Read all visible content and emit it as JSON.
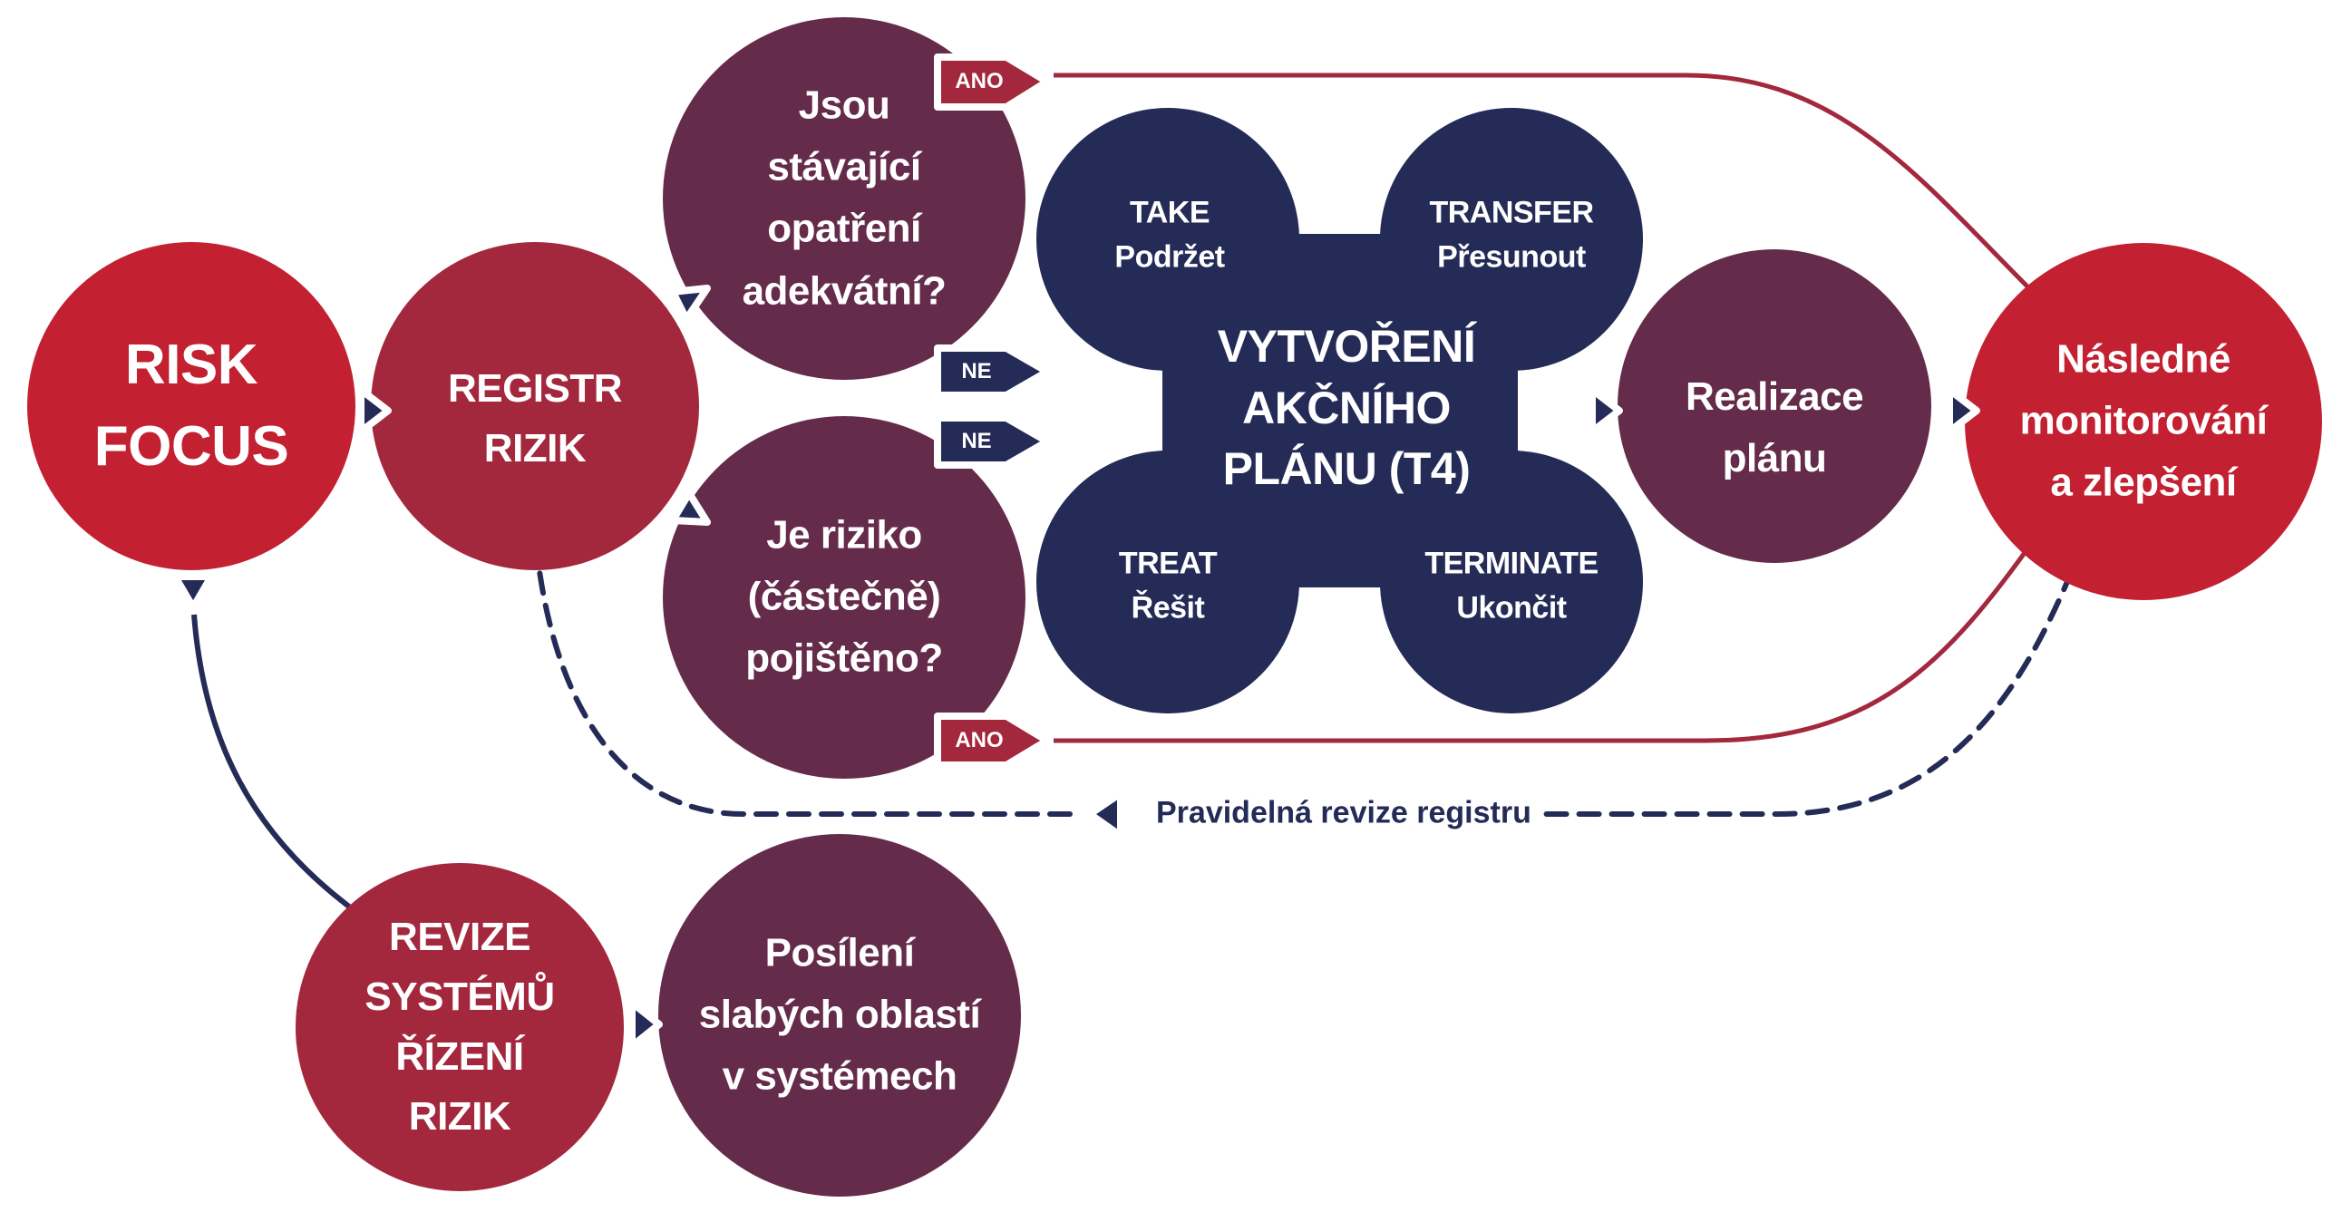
{
  "colors": {
    "risk_red": "#C32032",
    "registr_red": "#A3283D",
    "question_purple": "#652B4A",
    "navy": "#242B57",
    "white": "#FFFFFF"
  },
  "nodes": {
    "risk_focus": {
      "lines": [
        "RISK",
        "FOCUS"
      ]
    },
    "registr_rizik": {
      "lines": [
        "REGISTR",
        "RIZIK"
      ]
    },
    "question_measures": {
      "lines": [
        "Jsou",
        "stávající",
        "opatření",
        "adekvátní?"
      ]
    },
    "question_insured": {
      "lines": [
        "Je riziko",
        "(částečně)",
        "pojištěno?"
      ]
    },
    "action_plan": {
      "title_lines": [
        "VYTVOŘENÍ",
        "AKČNÍHO",
        "PLÁNU (T4)"
      ],
      "options": [
        {
          "en": "TAKE",
          "cz": "Podržet"
        },
        {
          "en": "TRANSFER",
          "cz": "Přesunout"
        },
        {
          "en": "TREAT",
          "cz": "Řešit"
        },
        {
          "en": "TERMINATE",
          "cz": "Ukončit"
        }
      ]
    },
    "implementation": {
      "lines": [
        "Realizace",
        "plánu"
      ]
    },
    "monitoring": {
      "lines": [
        "Následné",
        "monitorování",
        "a zlepšení"
      ]
    },
    "system_review": {
      "lines": [
        "REVIZE",
        "SYSTÉMŮ",
        "ŘÍZENÍ",
        "RIZIK"
      ]
    },
    "strengthening": {
      "lines": [
        "Posílení",
        "slabých oblastí",
        "v systémech"
      ]
    }
  },
  "tags": {
    "yes_top": "ANO",
    "no_top": "NE",
    "no_bottom": "NE",
    "yes_bottom": "ANO"
  },
  "edges": {
    "regular_review_label": "Pravidelná revize registru"
  }
}
